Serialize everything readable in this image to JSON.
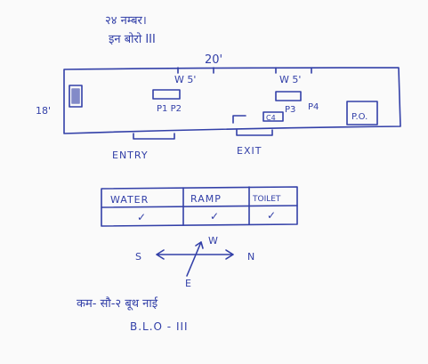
{
  "header": {
    "line1": "२४ नम्बर।",
    "line2": "इन बोरो III"
  },
  "hall": {
    "width_label": "20'",
    "height_label": "18'",
    "window_left_label": "W 5'",
    "window_right_label": "W 5'",
    "pillars_left_label": "P1  P2",
    "pillars_right_label_a": "P3",
    "pillars_right_label_b": "P4",
    "box_left_label": "C4",
    "corner_box_label": "P.O."
  },
  "doors": {
    "entry_label": "ENTRY",
    "exit_label": "EXIT"
  },
  "facilities_table": {
    "headers": [
      "WATER",
      "RAMP",
      "TOILET"
    ],
    "marks": [
      "✓",
      "✓",
      "✓"
    ]
  },
  "compass": {
    "north": "N",
    "south": "S",
    "east": "E",
    "west": "W"
  },
  "footer": {
    "line1": "कम- सौ-२ बूथ नाई",
    "line2": "B.L.O - III"
  },
  "colors": {
    "ink": "#3340a8",
    "paper": "#fafafa"
  }
}
